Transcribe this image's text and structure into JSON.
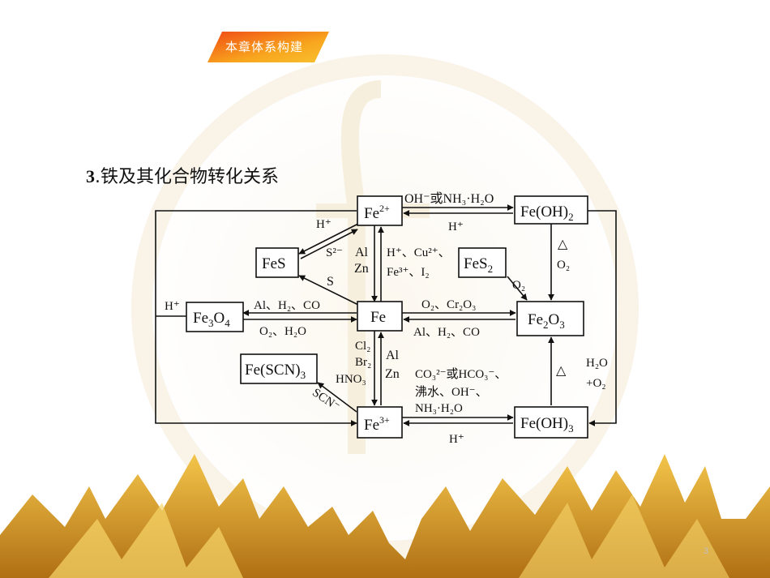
{
  "header": {
    "banner_label": "本章体系构建"
  },
  "section": {
    "number": "3",
    "title": ".铁及其化合物转化关系"
  },
  "footer": {
    "slide_number": "3"
  },
  "diagram": {
    "nodes": {
      "fe2": {
        "base": "Fe",
        "sup": "2+"
      },
      "feoh2": {
        "text": "Fe(OH)",
        "sub": "2"
      },
      "fes": {
        "text": "FeS"
      },
      "fes2": {
        "text": "FeS",
        "sub": "2"
      },
      "fe3o4": {
        "a": "Fe",
        "b": "3",
        "c": "O",
        "d": "4"
      },
      "fe": {
        "text": "Fe"
      },
      "fe2o3": {
        "a": "Fe",
        "b": "2",
        "c": "O",
        "d": "3"
      },
      "fescn3": {
        "text": "Fe(SCN)",
        "sub": "3"
      },
      "fe3": {
        "base": "Fe",
        "sup": "3+"
      },
      "feoh3": {
        "text": "Fe(OH)",
        "sub": "3"
      }
    },
    "labels": {
      "fe2_to_feoh2": "OH⁻或NH₃·H₂O",
      "feoh2_to_fe2": "H⁺",
      "left_loop_fe2": "H⁺",
      "fes_s2": "S²⁻",
      "fe_s": "S",
      "fe2_al": "Al",
      "fe2_zn": "Zn",
      "fe_oxidants_1": "H⁺、Cu²⁺、",
      "fe_oxidants_2": "Fe³⁺、I₂",
      "fes2_o2": "O₂",
      "feoh2_delta": "△",
      "feoh2_o2": "O₂",
      "fe3o4_h": "H⁺",
      "fe_to_fe3o4": "Al、H₂、CO",
      "fe3o4_to_fe": "O₂、H₂O",
      "fe_to_fe2o3": "O₂、Cr₂O₃",
      "fe2o3_to_fe": "Al、H₂、CO",
      "fe_cl2": "Cl₂",
      "fe_br2": "Br₂",
      "fe_hno3": "HNO₃",
      "fe3_al": "Al",
      "fe3_zn": "Zn",
      "fe3_to_feoh3_1": "CO₃²⁻或HCO₃⁻、",
      "fe3_to_feoh3_2": "沸水、OH⁻、",
      "fe3_to_feoh3_3": "NH₃·H₂O",
      "feoh3_to_fe3": "H⁺",
      "scn": "SCN⁻",
      "feoh3_delta": "△",
      "right_h2o": "H₂O",
      "right_o2": "+O₂"
    }
  }
}
